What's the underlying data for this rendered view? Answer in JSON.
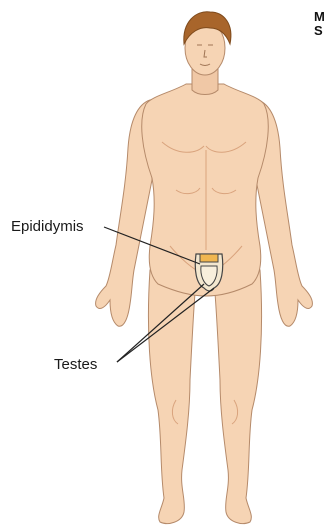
{
  "labels": {
    "epididymis": "Epididymis",
    "testes": "Testes"
  },
  "corner_text": [
    "M",
    "S"
  ],
  "colors": {
    "skin": "#f6d4b4",
    "skin_shadow": "#e8b891",
    "outline": "#b58a6a",
    "hair": "#a8652b",
    "organ_fill": "#f3e7cf",
    "organ_outline": "#444444",
    "epididymis_accent": "#f0b650",
    "leader_line": "#222222"
  }
}
